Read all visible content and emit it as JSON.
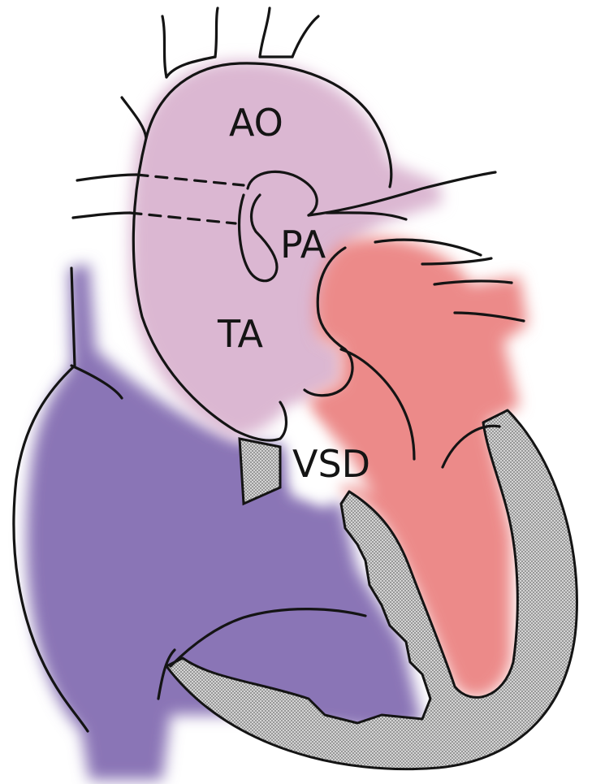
{
  "diagram": {
    "labels": {
      "aorta": "AO",
      "pulmonary_artery": "PA",
      "truncus_arteriosus": "TA",
      "ventricular_septal_defect": "VSD"
    },
    "colors": {
      "truncus": "#dbb7d2",
      "left_heart": "#ec8a89",
      "right_heart": "#8a74b6",
      "muscle": "#c8c8c8",
      "outline": "#141414",
      "background": "#ffffff"
    }
  }
}
